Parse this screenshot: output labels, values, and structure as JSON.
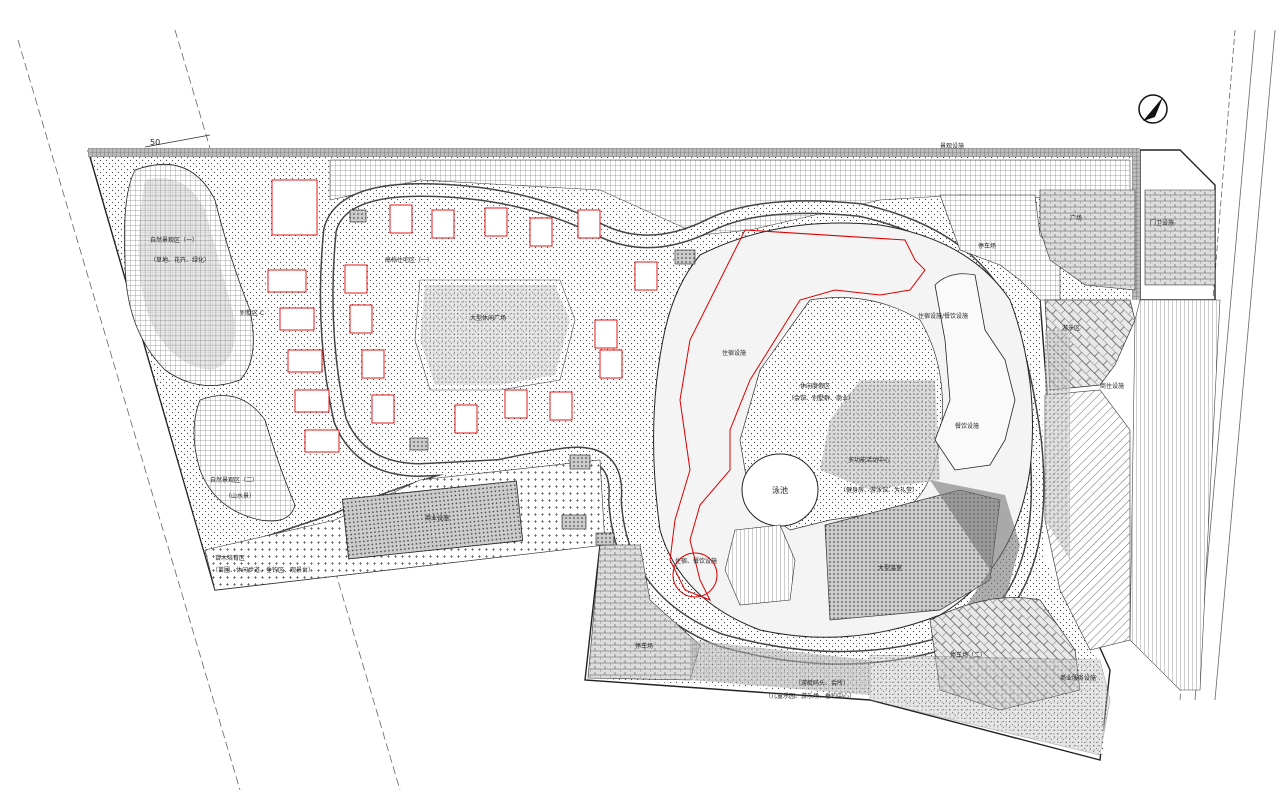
{
  "north_label": "",
  "scale_mark": "50",
  "zones": [
    {
      "id": "lake-w",
      "text": "自然景观区（一）"
    },
    {
      "id": "lake-w2",
      "text": "（草地、花卉、绿化）"
    },
    {
      "id": "lake-sw",
      "text": "自然景观区（二）"
    },
    {
      "id": "lake-sw2",
      "text": "（山水景）"
    },
    {
      "id": "villa-c",
      "text": "别墅区 C"
    },
    {
      "id": "villa-a",
      "text": "高档住宅区（一）"
    },
    {
      "id": "center",
      "text": "大型休闲广场"
    },
    {
      "id": "hotel",
      "text": "住宿设施"
    },
    {
      "id": "resort",
      "text": "休闲度假区"
    },
    {
      "id": "resort2",
      "text": "（会馆、别墅群、商业）"
    },
    {
      "id": "pool",
      "text": "泳池"
    },
    {
      "id": "activity",
      "text": "多功能活动中心"
    },
    {
      "id": "activity2",
      "text": "（健身房、游泳馆、大礼堂）"
    },
    {
      "id": "dining",
      "text": "住宿设施/餐饮设施"
    },
    {
      "id": "dining-ne",
      "text": "餐饮设施"
    },
    {
      "id": "greenhouse",
      "text": "大型温室"
    },
    {
      "id": "south",
      "text": "住宿、餐饮设施"
    },
    {
      "id": "se1",
      "text": "停车场（二）"
    },
    {
      "id": "se2",
      "text": "商业服务设施"
    },
    {
      "id": "e1",
      "text": "停车场"
    },
    {
      "id": "e2",
      "text": "商住设施"
    },
    {
      "id": "e3",
      "text": "游乐区"
    },
    {
      "id": "ne1",
      "text": "广场"
    },
    {
      "id": "ne2",
      "text": "门卫设施"
    },
    {
      "id": "top",
      "text": "景观设施"
    },
    {
      "id": "bottom-w",
      "text": "苗木培育区"
    },
    {
      "id": "bottom-w2",
      "text": "（苗圃、休闲步道、垂钓区、观景台）"
    },
    {
      "id": "bottom-c",
      "text": "商业设施"
    },
    {
      "id": "bottom-s",
      "text": "（游艇码头、会所）"
    },
    {
      "id": "bottom-s2",
      "text": "（儿童乐园、游乐场、垂钓中心）"
    },
    {
      "id": "parking-s",
      "text": "停车场"
    }
  ]
}
